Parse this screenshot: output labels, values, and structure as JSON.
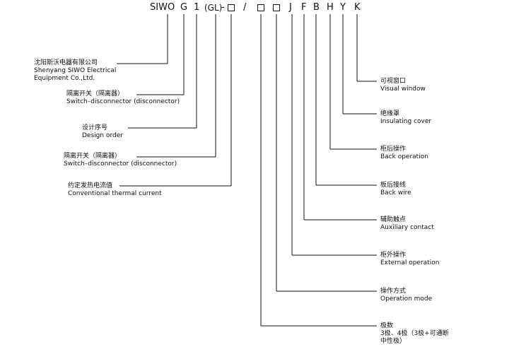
{
  "header": {
    "brand": "SIWO",
    "series": "G",
    "design": "1",
    "gl": "(GL)",
    "dash": "-",
    "slash": "/",
    "letters": [
      "J",
      "F",
      "B",
      "H",
      "Y",
      "K"
    ]
  },
  "left_labels": [
    {
      "zh": "沈阳斯沃电器有限公司",
      "en1": "Shenyang SIWO Electrical",
      "en2": "Equipment Co.,Ltd."
    },
    {
      "zh": "隔离开关（隔离器）",
      "en1": "Switch–disconnector (disconnector)"
    },
    {
      "zh": "设计序号",
      "en1": "Design order"
    },
    {
      "zh": "隔离开关（隔离器）",
      "en1": "Switch–disconnector (disconnector)"
    },
    {
      "zh": "约定发热电流值",
      "en1": "Conventional thermal current"
    }
  ],
  "right_labels": [
    {
      "zh": "可视窗口",
      "en1": "Visual window"
    },
    {
      "zh": "绝缘罩",
      "en1": "Insulating cover"
    },
    {
      "zh": "柜后操作",
      "en1": "Back operation"
    },
    {
      "zh": "板后接线",
      "en1": "Back wire"
    },
    {
      "zh": "辅助触点",
      "en1": "Auxiliary contact"
    },
    {
      "zh": "柜外操作",
      "en1": "External operation"
    },
    {
      "zh": "操作方式",
      "en1": "Operation mode"
    },
    {
      "zh": "极数",
      "en1": "3极、4极（3极+可通断",
      "en2": "中性极）"
    }
  ]
}
